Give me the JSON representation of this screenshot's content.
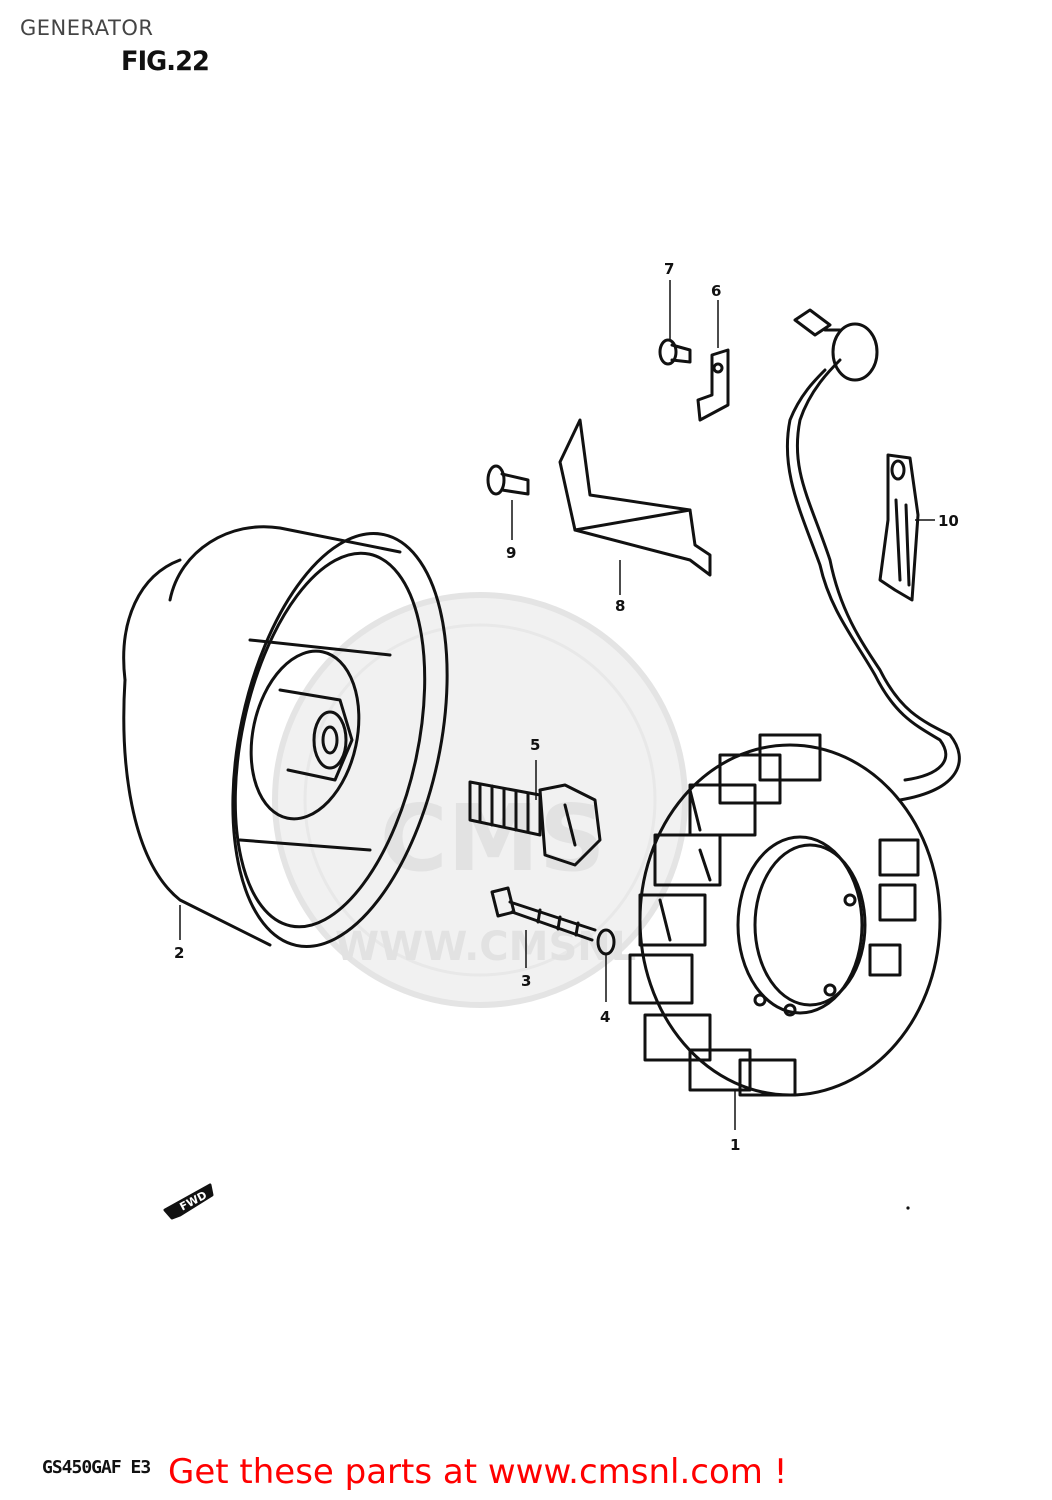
{
  "header": {
    "title": "GENERATOR",
    "figure_label": "FIG.22"
  },
  "watermark": {
    "logo": "CMS",
    "url_text": "WWW.CMSNL"
  },
  "parts": [
    {
      "ref": "1",
      "part": "stator"
    },
    {
      "ref": "2",
      "part": "rotor"
    },
    {
      "ref": "3",
      "part": "screw"
    },
    {
      "ref": "4",
      "part": "washer"
    },
    {
      "ref": "5",
      "part": "rotor-bolt"
    },
    {
      "ref": "6",
      "part": "clamp"
    },
    {
      "ref": "7",
      "part": "screw"
    },
    {
      "ref": "8",
      "part": "lead-wire-guide"
    },
    {
      "ref": "9",
      "part": "screw"
    },
    {
      "ref": "10",
      "part": "clamp"
    }
  ],
  "direction_marker": "FWD",
  "footer": {
    "model_code": "GS450GAF  E3",
    "promo_text": "Get these parts at www.cmsnl.com !"
  },
  "colors": {
    "line": "#111111",
    "promo": "#ff0000",
    "watermark": "#e6e6e6"
  }
}
